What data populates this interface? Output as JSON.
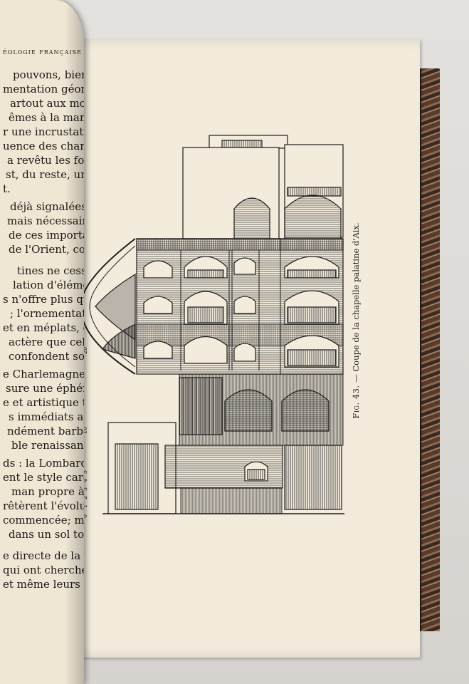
{
  "left_page": {
    "header": "éologie française",
    "lines": [
      "pouvons, bien entend",
      "mentation géométriqu",
      "artout aux modèles",
      "êmes à la manière d",
      "r une incrustation, c",
      "uence des charpent",
      "a revêtu les formes",
      "st, du reste, une tend",
      "t.",
      "déjà signalées à l'épo",
      "mais nécessaires, in",
      "de ces importations,",
      "de l'Orient, comme",
      "tines ne cesse de s'é",
      "lation d'éléments e",
      "s n'offre plus que d",
      "; l'ornementation,",
      "et en méplats, est,",
      "actère que celle des",
      "confondent souvent.",
      "e Charlemagne recue",
      "sure une éphémère",
      "e et artistique trop",
      "s immédiats appréc",
      "ndément barbare.",
      "ble renaissance.",
      "ds : la Lombardie",
      "ent le style carolin",
      "man propre à ces ré",
      "rêtèrent l'évolution",
      "commencée; mais",
      "dans un sol toujou",
      "e directe de la c",
      "qui ont cherché",
      "et même leurs m"
    ]
  },
  "figure": {
    "caption_label": "Fig. 43.",
    "caption_text": "— Coupe de la chapelle palatine d'Aix.",
    "scale_labels": [
      "20",
      "10",
      "5",
      "4",
      "3",
      "2",
      "1",
      "0"
    ]
  }
}
